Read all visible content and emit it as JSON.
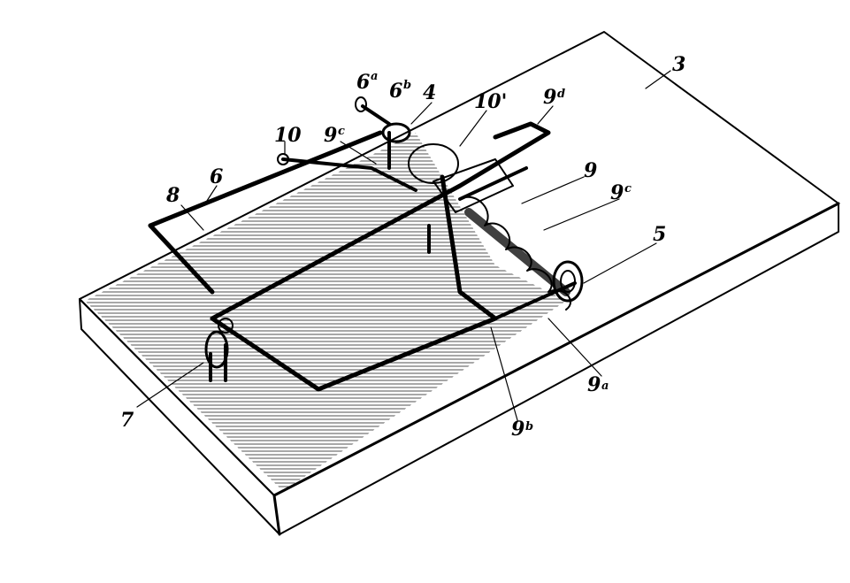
{
  "figure": {
    "ink_color": "#000000",
    "paper_color": "#ffffff",
    "reference_numerals": [
      {
        "id": "ref-3",
        "main": "3",
        "sup": ""
      },
      {
        "id": "ref-4",
        "main": "4",
        "sup": ""
      },
      {
        "id": "ref-5",
        "main": "5",
        "sup": ""
      },
      {
        "id": "ref-6",
        "main": "6",
        "sup": ""
      },
      {
        "id": "ref-6a",
        "main": "6",
        "sup": "a"
      },
      {
        "id": "ref-6b",
        "main": "6",
        "sup": "b"
      },
      {
        "id": "ref-7",
        "main": "7",
        "sup": ""
      },
      {
        "id": "ref-8",
        "main": "8",
        "sup": ""
      },
      {
        "id": "ref-9",
        "main": "9",
        "sup": ""
      },
      {
        "id": "ref-9a",
        "main": "9",
        "sup": "a"
      },
      {
        "id": "ref-9b",
        "main": "9",
        "sup": "b"
      },
      {
        "id": "ref-9c-left",
        "main": "9",
        "sup": "c"
      },
      {
        "id": "ref-9c-right",
        "main": "9",
        "sup": "c"
      },
      {
        "id": "ref-9d",
        "main": "9",
        "sup": "d"
      },
      {
        "id": "ref-10",
        "main": "10",
        "sup": ""
      },
      {
        "id": "ref-10prime",
        "main": "10'",
        "sup": ""
      }
    ]
  }
}
